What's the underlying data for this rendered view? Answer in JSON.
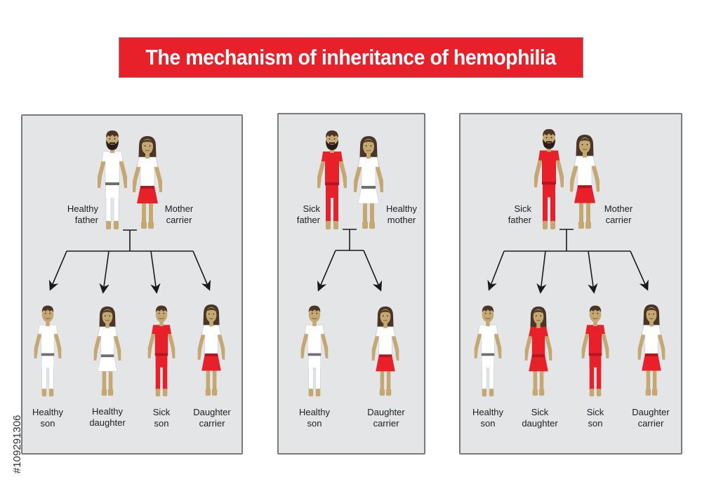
{
  "title": "The mechanism of inheritance of hemophilia",
  "watermark_id": "#109291306",
  "colors": {
    "title_bg": "#e8202a",
    "panel_bg": "#e4e5e7",
    "sick": "#e8202a",
    "healthy": "#ffffff",
    "skin": "#c4a771",
    "hair": "#4a3626"
  },
  "panels": [
    {
      "parents": {
        "father": {
          "line1": "Healthy",
          "line2": "father"
        },
        "mother": {
          "line1": "Mother",
          "line2": "carrier"
        }
      },
      "children": [
        {
          "line1": "Healthy",
          "line2": "son"
        },
        {
          "line1": "Healthy",
          "line2": "daughter"
        },
        {
          "line1": "Sick",
          "line2": "son"
        },
        {
          "line1": "Daughter",
          "line2": "carrier"
        }
      ]
    },
    {
      "parents": {
        "father": {
          "line1": "Sick",
          "line2": "father"
        },
        "mother": {
          "line1": "Healthy",
          "line2": "mother"
        }
      },
      "children": [
        {
          "line1": "Healthy",
          "line2": "son"
        },
        {
          "line1": "Daughter",
          "line2": "carrier"
        }
      ]
    },
    {
      "parents": {
        "father": {
          "line1": "Sick",
          "line2": "father"
        },
        "mother": {
          "line1": "Mother",
          "line2": "carrier"
        }
      },
      "children": [
        {
          "line1": "Healthy",
          "line2": "son"
        },
        {
          "line1": "Sick",
          "line2": "daughter"
        },
        {
          "line1": "Sick",
          "line2": "son"
        },
        {
          "line1": "Daughter",
          "line2": "carrier"
        }
      ]
    }
  ]
}
